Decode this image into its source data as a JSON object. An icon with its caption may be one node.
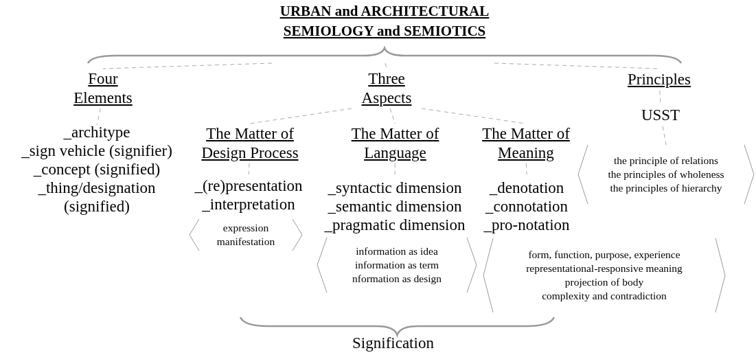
{
  "diagram": {
    "nodes": [
      {
        "text": [
          "URBAN and ARCHITECTURAL SEMIOLOGY and SEMIOTICS"
        ]
      },
      {
        "text": [
          "Four Elements"
        ]
      },
      {
        "text": [
          "Three Aspects"
        ]
      },
      {
        "text": [
          "Principles"
        ]
      },
      {
        "text": [
          "_architype",
          "_sign vehicle (signifier)",
          "_concept (signified)",
          "_thing/designation (signified)"
        ]
      },
      {
        "text": [
          "The Matter of Design Process"
        ]
      },
      {
        "text": [
          "The Matter of Language"
        ]
      },
      {
        "text": [
          "The Matter of Meaning"
        ]
      },
      {
        "text": [
          "USST"
        ]
      },
      {
        "text": [
          "_(re)presentation",
          "_interpretation"
        ]
      },
      {
        "text": [
          "_syntactic dimension",
          "_semantic dimension",
          "_pragmatic dimension"
        ]
      },
      {
        "text": [
          "_denotation",
          "_connotation",
          "_pro-notation"
        ]
      },
      {
        "text": [
          "expression",
          "manifestation"
        ]
      },
      {
        "text": [
          "information as idea",
          "information as term",
          "nformation as design"
        ]
      },
      {
        "text": [
          "form, function, purpose, experience",
          "representational-responsive meaning",
          "projection of body",
          "complexity and contradiction"
        ]
      },
      {
        "text": [
          "the principle of relations",
          "the principles of wholeness",
          "the principles of hierarchy"
        ]
      }
    ],
    "edges": [
      {
        "from": 0,
        "to": 1,
        "arrow": "none",
        "style": "dashed"
      },
      {
        "from": 0,
        "to": 2,
        "arrow": "none",
        "style": "dashed"
      },
      {
        "from": 0,
        "to": 3,
        "arrow": "none",
        "style": "dashed"
      },
      {
        "from": 1,
        "to": 4,
        "arrow": "none",
        "style": "dashed"
      },
      {
        "from": 2,
        "to": 5,
        "arrow": "none",
        "style": "dashed"
      },
      {
        "from": 2,
        "to": 6,
        "arrow": "none",
        "style": "dashed"
      },
      {
        "from": 2,
        "to": 7,
        "arrow": "none",
        "style": "dashed"
      },
      {
        "from": 5,
        "to": 9,
        "arrow": "none",
        "style": "dashed"
      },
      {
        "from": 6,
        "to": 10,
        "arrow": "none",
        "style": "dashed"
      },
      {
        "from": 7,
        "to": 11,
        "arrow": "none",
        "style": "dashed"
      },
      {
        "from": 3,
        "to": 8,
        "arrow": "none",
        "style": "dashed"
      },
      {
        "from": 8,
        "to": 15,
        "arrow": "none",
        "style": "dashed"
      }
    ],
    "labels": [
      "Signification"
    ]
  }
}
